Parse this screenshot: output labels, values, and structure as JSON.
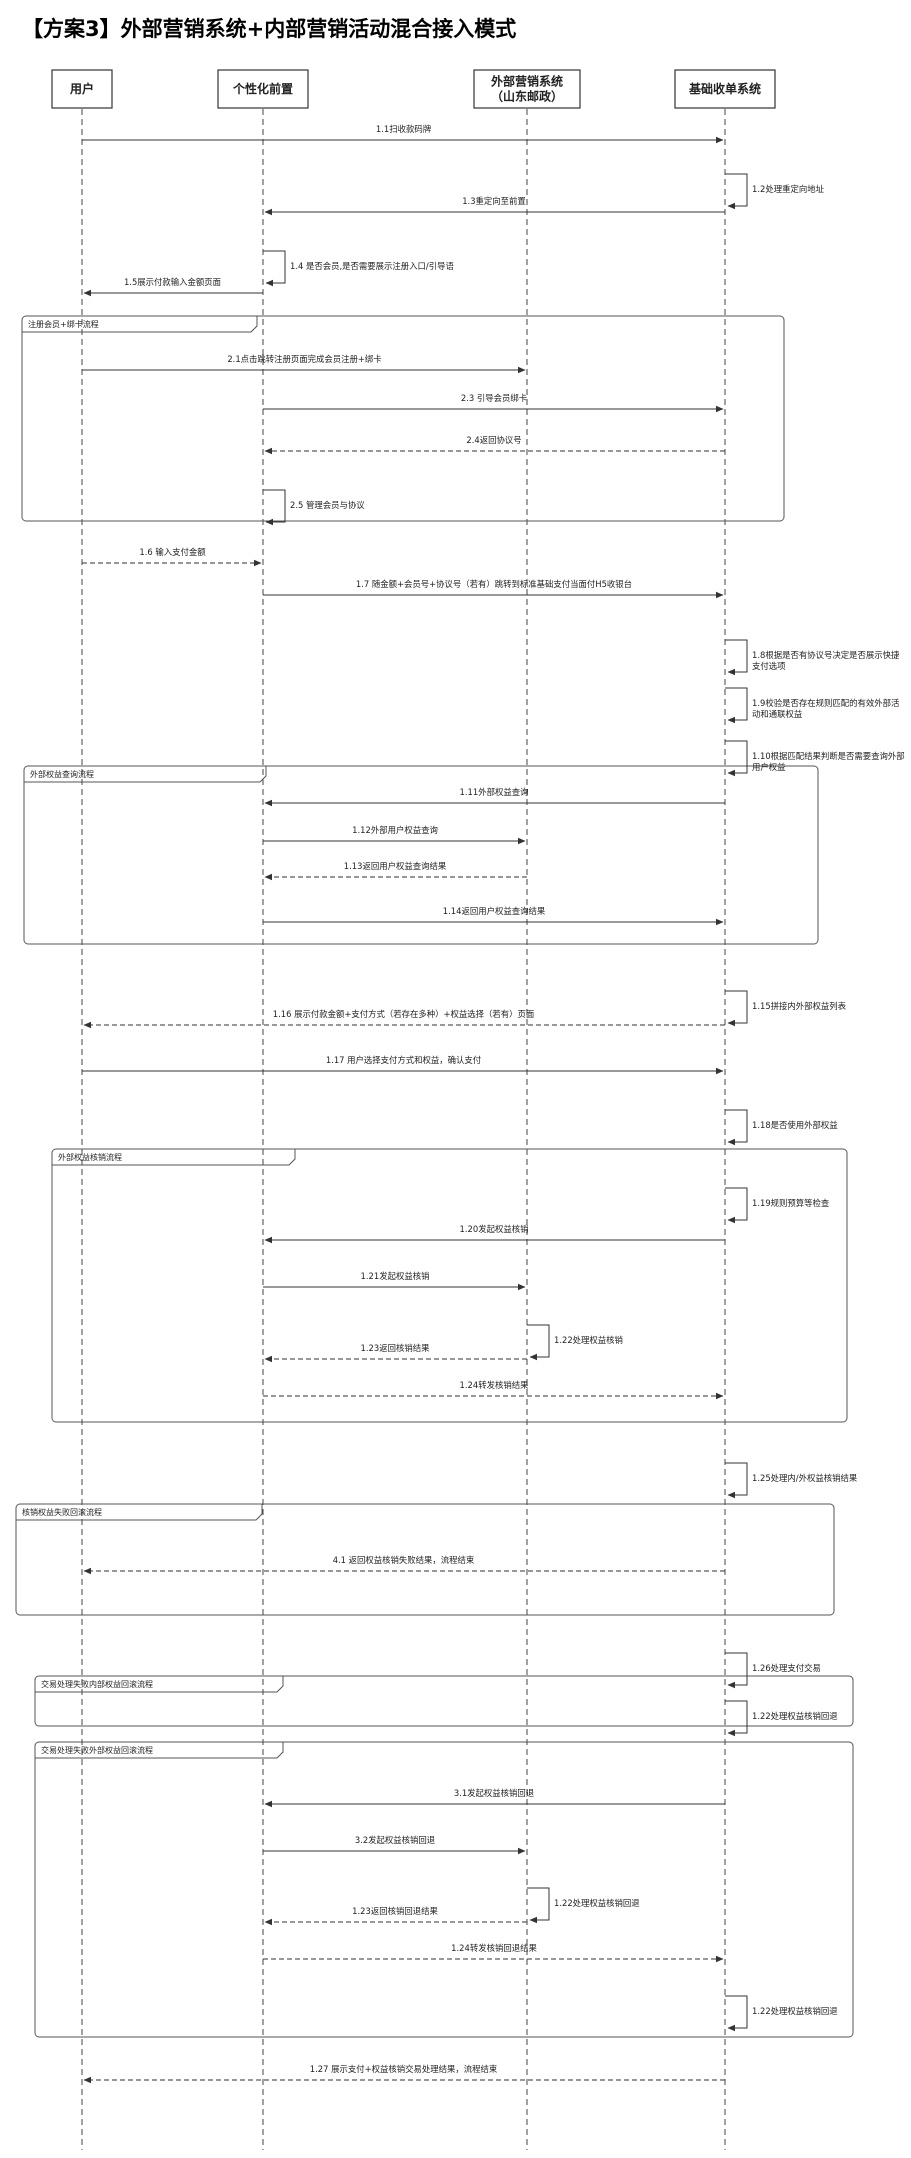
{
  "title": "【方案3】外部营销系统+内部营销活动混合接入模式",
  "actors": [
    {
      "id": "user",
      "label": [
        "用户"
      ]
    },
    {
      "id": "front",
      "label": [
        "个性化前置"
      ]
    },
    {
      "id": "ext",
      "label": [
        "外部营销系统",
        "（山东邮政）"
      ]
    },
    {
      "id": "base",
      "label": [
        "基础收单系统"
      ]
    }
  ],
  "frames": [
    {
      "label": "注册会员+绑卡流程"
    },
    {
      "label": "外部权益查询流程"
    },
    {
      "label": "外部权益核销流程"
    },
    {
      "label": "核销权益失败回滚流程"
    },
    {
      "label": "交易处理失败内部权益回滚流程"
    },
    {
      "label": "交易处理失败外部权益回滚流程"
    }
  ],
  "messages": [
    {
      "from": "user",
      "to": "base",
      "style": "solid",
      "text": [
        "1.1扫收款码牌"
      ]
    },
    {
      "self": "base",
      "text": [
        "1.2处理重定向地址"
      ]
    },
    {
      "from": "base",
      "to": "front",
      "style": "solid",
      "text": [
        "1.3重定向至前置"
      ]
    },
    {
      "self": "front",
      "text": [
        "1.4 是否会员,是否需要展示注册入口/引导语"
      ]
    },
    {
      "from": "front",
      "to": "user",
      "style": "solid",
      "text": [
        "1.5展示付款输入金额页面"
      ]
    },
    {
      "from": "user",
      "to": "ext",
      "style": "solid",
      "text": [
        "2.1点击跳转注册页面完成会员注册+绑卡"
      ]
    },
    {
      "from": "front",
      "to": "base",
      "style": "solid",
      "text": [
        "2.3 引导会员绑卡"
      ]
    },
    {
      "from": "base",
      "to": "front",
      "style": "dashed",
      "text": [
        "2.4返回协议号"
      ]
    },
    {
      "self": "front",
      "text": [
        "2.5 管理会员与协议"
      ]
    },
    {
      "from": "user",
      "to": "front",
      "style": "dashed",
      "text": [
        "1.6 输入支付金额"
      ]
    },
    {
      "from": "front",
      "to": "base",
      "style": "solid",
      "text": [
        "1.7 随金额+会员号+协议号（若有）跳转到标准基础支付当面付H5收银台"
      ]
    },
    {
      "self": "base",
      "text": [
        "1.8根据是否有协议号决定是否展示快捷",
        "支付选项"
      ]
    },
    {
      "self": "base",
      "text": [
        "1.9校验是否存在规则匹配的有效外部活",
        "动和通联权益"
      ]
    },
    {
      "self": "base",
      "text": [
        "1.10根据匹配结果判断是否需要查询外部",
        "用户权益"
      ]
    },
    {
      "from": "base",
      "to": "front",
      "style": "solid",
      "text": [
        "1.11外部权益查询"
      ]
    },
    {
      "from": "front",
      "to": "ext",
      "style": "solid",
      "text": [
        "1.12外部用户权益查询"
      ]
    },
    {
      "from": "ext",
      "to": "front",
      "style": "dashed",
      "text": [
        "1.13返回用户权益查询结果"
      ]
    },
    {
      "from": "front",
      "to": "base",
      "style": "solid",
      "text": [
        "1.14返回用户权益查询结果"
      ]
    },
    {
      "self": "base",
      "text": [
        "1.15拼接内外部权益列表"
      ]
    },
    {
      "from": "base",
      "to": "user",
      "style": "dashed",
      "text": [
        "1.16 展示付款金额+支付方式（若存在多种）+权益选择（若有）页面"
      ]
    },
    {
      "from": "user",
      "to": "base",
      "style": "solid",
      "text": [
        "1.17 用户选择支付方式和权益，确认支付"
      ]
    },
    {
      "self": "base",
      "text": [
        "1.18是否使用外部权益"
      ]
    },
    {
      "self": "base",
      "text": [
        "1.19规则预算等检查"
      ]
    },
    {
      "from": "base",
      "to": "front",
      "style": "solid",
      "text": [
        "1.20发起权益核销"
      ]
    },
    {
      "from": "front",
      "to": "ext",
      "style": "solid",
      "text": [
        "1.21发起权益核销"
      ]
    },
    {
      "self": "ext",
      "text": [
        "1.22处理权益核销"
      ]
    },
    {
      "from": "ext",
      "to": "front",
      "style": "dashed",
      "text": [
        "1.23返回核销结果"
      ]
    },
    {
      "from": "front",
      "to": "base",
      "style": "dashed",
      "text": [
        "1.24转发核销结果"
      ]
    },
    {
      "self": "base",
      "text": [
        "1.25处理内/外权益核销结果"
      ]
    },
    {
      "from": "base",
      "to": "user",
      "style": "dashed",
      "text": [
        "4.1 返回权益核销失败结果，流程结束"
      ]
    },
    {
      "self": "base",
      "text": [
        "1.26处理支付交易"
      ]
    },
    {
      "self": "base",
      "text": [
        "1.22处理权益核销回退"
      ]
    },
    {
      "from": "base",
      "to": "front",
      "style": "solid",
      "text": [
        "3.1发起权益核销回退"
      ]
    },
    {
      "from": "front",
      "to": "ext",
      "style": "solid",
      "text": [
        "3.2发起权益核销回退"
      ]
    },
    {
      "self": "ext",
      "text": [
        "1.22处理权益核销回退"
      ]
    },
    {
      "from": "ext",
      "to": "front",
      "style": "dashed",
      "text": [
        "1.23返回核销回退结果"
      ]
    },
    {
      "from": "front",
      "to": "base",
      "style": "dashed",
      "text": [
        "1.24转发核销回退结果"
      ]
    },
    {
      "self": "base",
      "text": [
        "1.22处理权益核销回退"
      ]
    },
    {
      "from": "base",
      "to": "user",
      "style": "dashed",
      "text": [
        "1.27 展示支付+权益核销交易处理结果，流程结束"
      ]
    }
  ]
}
